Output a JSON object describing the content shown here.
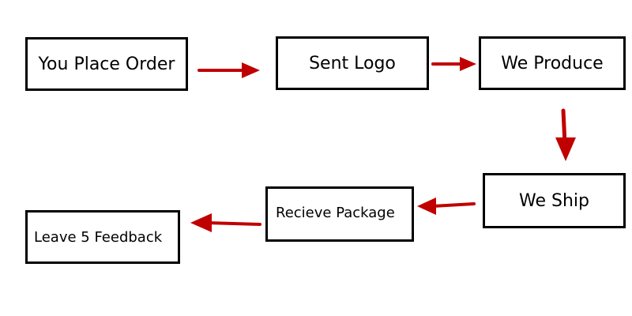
{
  "flow": {
    "steps": [
      {
        "label": "You Place Order"
      },
      {
        "label": "Sent Logo"
      },
      {
        "label": "We Produce"
      },
      {
        "label": "We Ship"
      },
      {
        "label": "Recieve Package"
      },
      {
        "label": "Leave 5 Feedback"
      }
    ]
  },
  "colors": {
    "arrow": "#c00000",
    "box_border": "#000000",
    "text": "#000000",
    "background": "#ffffff"
  }
}
